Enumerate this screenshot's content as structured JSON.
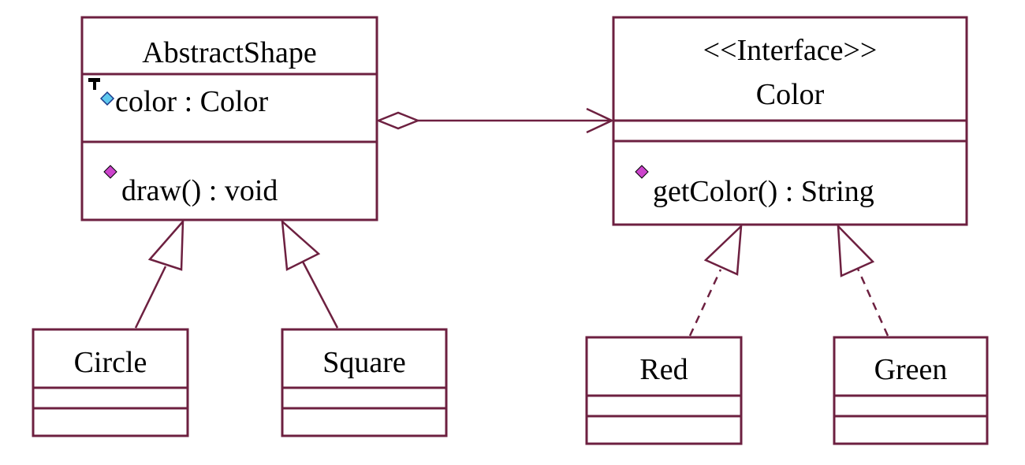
{
  "colors": {
    "line": "#6d2040",
    "background": "#ffffff",
    "text": "#000000",
    "attribute_icon": "#5ec8ee",
    "operation_icon": "#cc44cc"
  },
  "classes": {
    "abstract_shape": {
      "name": "AbstractShape",
      "attributes": [
        {
          "text": "color : Color",
          "icon": "protected-attribute-icon"
        }
      ],
      "operations": [
        {
          "text": "draw() : void",
          "icon": "public-operation-icon"
        }
      ]
    },
    "color": {
      "stereotype": "<<Interface>>",
      "name": "Color",
      "attributes": [],
      "operations": [
        {
          "text": "getColor() : String",
          "icon": "public-operation-icon"
        }
      ]
    },
    "circle": {
      "name": "Circle",
      "attributes": [],
      "operations": []
    },
    "square": {
      "name": "Square",
      "attributes": [],
      "operations": []
    },
    "red": {
      "name": "Red",
      "attributes": [],
      "operations": []
    },
    "green": {
      "name": "Green",
      "attributes": [],
      "operations": []
    }
  },
  "relationships": [
    {
      "type": "aggregation",
      "from": "AbstractShape",
      "to": "Color",
      "navigable": true
    },
    {
      "type": "generalization",
      "from": "Circle",
      "to": "AbstractShape"
    },
    {
      "type": "generalization",
      "from": "Square",
      "to": "AbstractShape"
    },
    {
      "type": "realization",
      "from": "Red",
      "to": "Color"
    },
    {
      "type": "realization",
      "from": "Green",
      "to": "Color"
    }
  ]
}
